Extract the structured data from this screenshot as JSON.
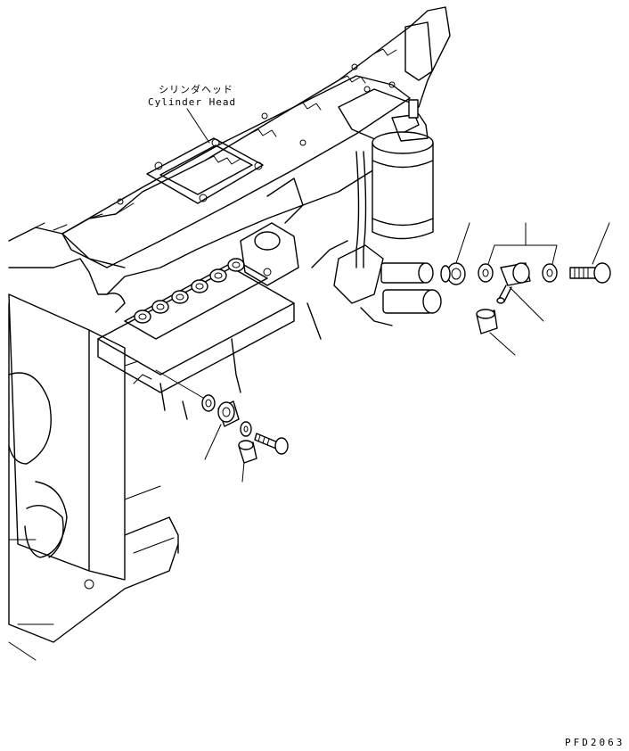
{
  "labels": {
    "cylinder_head_jp": "シリンダヘッド",
    "cylinder_head_en": "Cylinder Head"
  },
  "drawing_number": "PFD2063"
}
